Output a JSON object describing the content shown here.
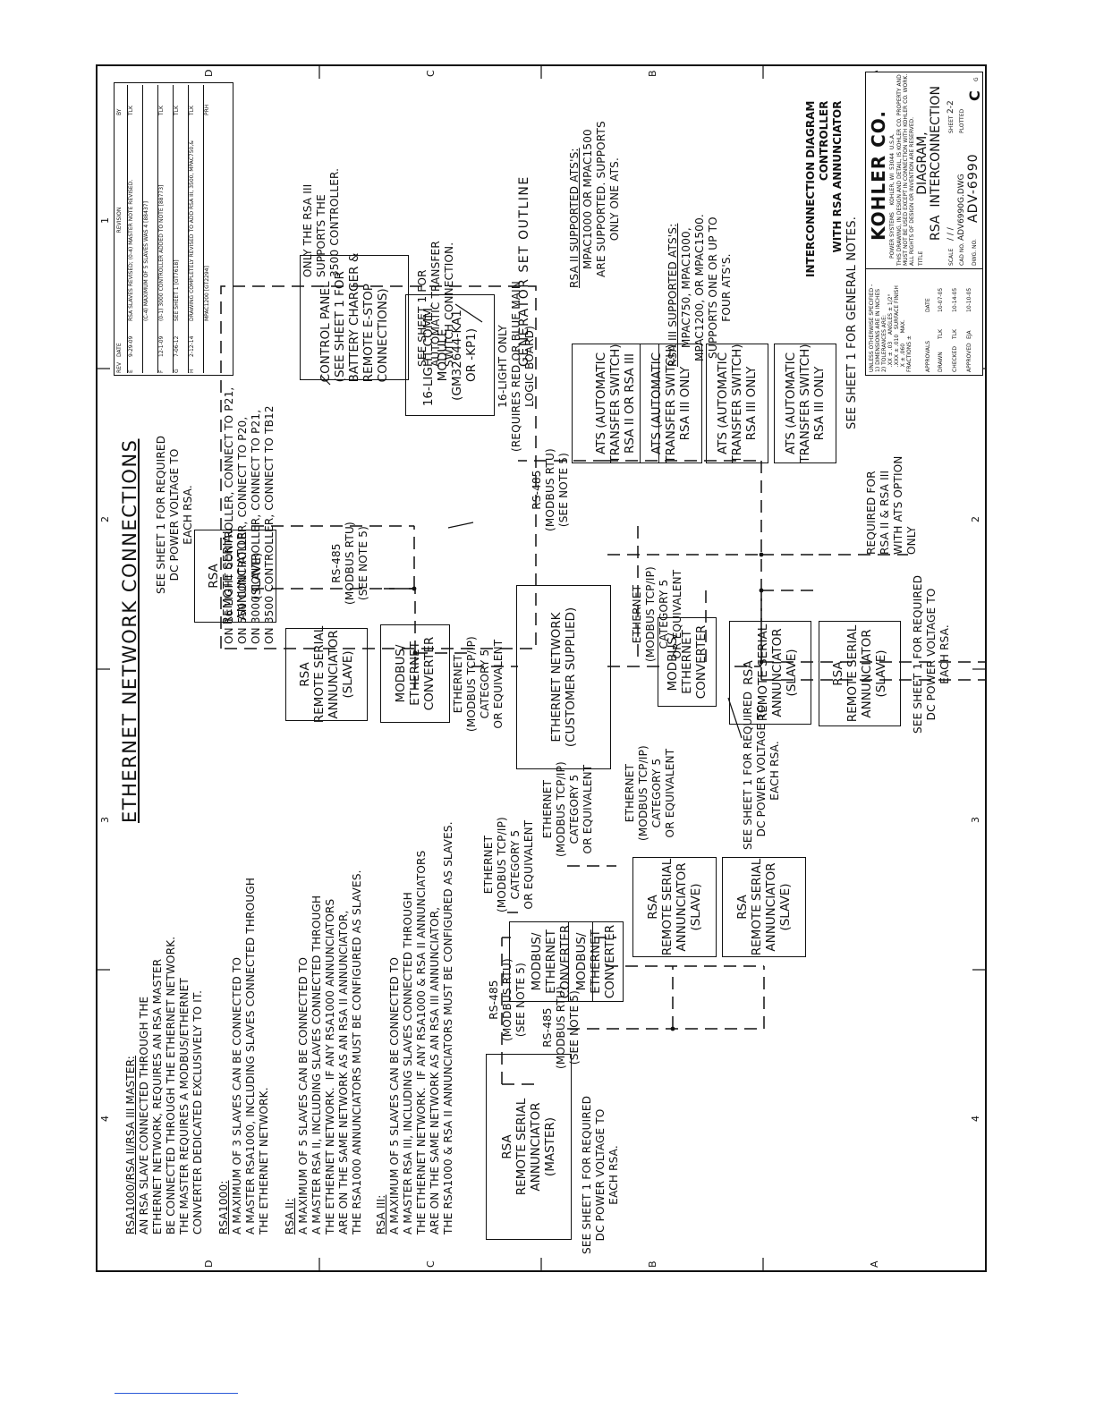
{
  "title": "ETHERNET NETWORK CONNECTIONS",
  "zones": {
    "cols": [
      "4",
      "3",
      "2",
      "1"
    ],
    "rows": [
      "D",
      "C",
      "B",
      "A"
    ]
  },
  "notes": {
    "master_heading": "RSA1000/RSA II/RSA III MASTER:",
    "master_body": "AN RSA SLAVE CONNECTED THROUGH THE\nETHERNET NETWORK, REQUIRES AN RSA MASTER\nBE CONNECTED THROUGH THE ETHERNET NETWORK.\nTHE MASTER REQUIRES A MODBUS/ETHERNET\nCONVERTER DEDICATED EXCLUSIVELY TO IT.",
    "rsa1000_heading": "RSA1000:",
    "rsa1000_body": "A MAXIMUM OF 3 SLAVES CAN BE CONNECTED TO\nA MASTER RSA1000, INCLUDING SLAVES CONNECTED THROUGH\nTHE ETHERNET NETWORK.",
    "rsa2_heading": "RSA II:",
    "rsa2_body": "A MAXIMUM OF 5 SLAVES CAN BE CONNECTED TO\nA MASTER RSA II, INCLUDING SLAVES CONNECTED THROUGH\nTHE ETHERNET NETWORK.  IF ANY RSA1000 ANNUNCIATORS\nARE ON THE SAME NETWORK AS AN RSA II ANNUNCIATOR,\nTHE RSA1000 ANNUNCIATORS MUST BE CONFIGURED AS SLAVES.",
    "rsa3_heading": "RSA III:",
    "rsa3_body": "A MAXIMUM OF 5 SLAVES CAN BE CONNECTED TO\nA MASTER RSA III, INCLUDING SLAVES CONNECTED THROUGH\nTHE ETHERNET NETWORK.  IF ANY RSA1000 & RSA II ANNUNCIATORS\nARE ON THE SAME NETWORK AS AN RSA III ANNUNCIATOR,\nTHE RSA1000 & RSA II ANNUNCIATORS MUST BE CONFIGURED AS SLAVES."
  },
  "boxes": {
    "rsa_master": "RSA\nREMOTE SERIAL\nANNUNCIATOR\n(MASTER)",
    "rsa_slave": "RSA\nREMOTE SERIAL\nANNUNCIATOR\n(SLAVE)",
    "converter": "MODBUS/\nETHERNET\nCONVERTER",
    "ethernet_network": "ETHERNET NETWORK\n(CUSTOMER SUPPLIED)",
    "control_panel": "CONTROL PANEL\n(SEE SHEET 1 FOR\nBATTERY CHARGER &\nREMOTE E-STOP\nCONNECTIONS)",
    "comm_module": "16-LIGHT COMM.\nMODULE\n(GM32644-KA1\nOR -KP1)",
    "ats_1": "ATS (AUTOMATIC\nTRANSFER SWITCH)\nRSA II OR RSA III",
    "ats_2": "ATS (AUTOMATIC\nTRANSFER SWITCH)\nRSA III ONLY",
    "ats_3": "ATS (AUTOMATIC\nTRANSFER SWITCH)\nRSA III ONLY",
    "ats_4": "ATS (AUTOMATIC\nTRANSFER SWITCH)\nRSA III ONLY"
  },
  "labels": {
    "rs485": "RS-485\n(MODBUS RTU)\n(SEE NOTE 5)",
    "ethernet_cat5": "ETHERNET\n(MODBUS TCP/IP)\nCATEGORY 5\nOR EQUIVALENT",
    "dc_power": "SEE SHEET 1 FOR REQUIRED\nDC POWER VOLTAGE TO\nEACH RSA.",
    "light_controller_note": "ON 16 LIGHT CONTROLLER, CONNECT TO P21,\nON 550 CONTROLLER, CONNECT TO P20,\nON 3000 CONTROLLER, CONNECT TO P21,\nON 3500 CONTROLLER, CONNECT TO TB12",
    "only_rsa3": "ONLY THE RSA III\nSUPPORTS THE\n3500 CONTROLLER.",
    "see_sheet_ats": "SEE SHEET 1 FOR\nAUTOMATIC TRANSFER\nSWITCH CONNECTION.",
    "light_only": "16-LIGHT ONLY\n(REQUIRES RED OR BLUE MAIN\nLOGIC BOARD)",
    "generator_outline": "GENERATOR SET OUTLINE",
    "rsa2_ats_heading": "RSA II SUPPORTED ATS'S:",
    "rsa2_ats_body": "MPAC1000 OR MPAC1500\nARE SUPPORTED. SUPPORTS\nONLY ONE ATS.",
    "rsa3_ats_heading": "RSA III SUPPORTED ATS'S:",
    "rsa3_ats_body": "MPAC750, MPAC1000,\nMPAC1200, OR MPAC1500.\nSUPPORTS ONE OR UP TO\nFOUR ATS'S.",
    "general_notes": "SEE SHEET 1 FOR GENERAL NOTES.",
    "required_for": "REQUIRED FOR\nRSA II & RSA III\nWITH ATS OPTION\nONLY"
  },
  "revisions": {
    "headers": [
      "REV",
      "DATE",
      "REVISION",
      "BY"
    ],
    "rows": [
      [
        "E",
        "9-29-09",
        "RSA SLAVES REVISED; (0-4) MASTER NOTE REVISED.",
        "TLK"
      ],
      [
        "",
        "",
        "(C-4) MAXIMUM OF 5 SLAVES WAS 4 [88437]",
        ""
      ],
      [
        "F",
        "12-1-09",
        "(0-1) 3000 CONTROLLER ADDED TO NOTE [88773]",
        "TLK"
      ],
      [
        "G",
        "7-06-12",
        "SEE SHEET 1 [GT7618]",
        "TLK"
      ],
      [
        "H",
        "2-12-14",
        "DRAWING COMPLETELY REVISED TO ADD RSA III, 3500, MPAC750,&",
        "TLK"
      ],
      [
        "",
        "",
        "MPAC1200 [GT2294]",
        "PRH"
      ]
    ]
  },
  "title_block": {
    "company": "KOHLER CO.",
    "company_address": "POWER SYSTEMS    KOHLER, WI  53044  U.S.A.",
    "proprietary": "THIS DRAWING, IN DESIGN AND DETAIL, IS KOHLER CO. PROPERTY AND\nMUST NOT BE USED EXCEPT IN CONNECTION WITH KOHLER CO. WORK.\nALL RIGHTS OF DESIGN OR INVENTION ARE RESERVED.",
    "unless": "UNLESS OTHERWISE SPECIFIED -\n1) DIMENSIONS ARE IN INCHES\n2) TOLERANCES ARE:\n   .XX ± .03    ANGLES ± 1/2°\n   .XXX ± .010   SURFACE FINISH\n   X ± .060      MAX.\nFRACTIONS ± ",
    "approvals_label": "APPROVALS",
    "date_label": "DATE",
    "rows": [
      [
        "DRAWN",
        "TLK",
        "10-07-05"
      ],
      [
        "CHECKED",
        "TLK",
        "10-14-05"
      ],
      [
        "APPROVED",
        "EJA",
        "10-10-05"
      ]
    ],
    "title_label": "TITLE",
    "drawing_title": "DIAGRAM,\nRSA  INTERCONNECTION",
    "scale_label": "SCALE",
    "scale": "/ / /",
    "sheet_label": "SHEET",
    "sheet": "2-2",
    "cad_label": "CAD NO.",
    "cad_no": "ADV6990G.DWG",
    "plotted_label": "PLOTTED",
    "dwg_label": "DWG. NO.",
    "dwg_no": "ADV-6990",
    "rev": "C",
    "g": "G",
    "subtitle": "INTERCONNECTION DIAGRAM\nCONTROLLER\nWITH RSA ANNUNCIATOR"
  }
}
